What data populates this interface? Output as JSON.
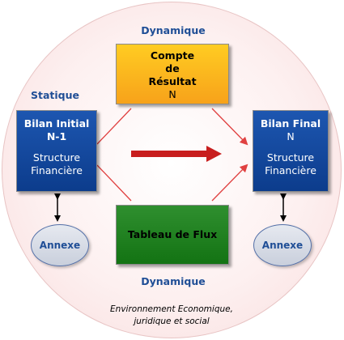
{
  "labels": {
    "top_dynamique": "Dynamique",
    "statique": "Statique",
    "bottom_dynamique": "Dynamique"
  },
  "boxes": {
    "compte_de_resultat": {
      "line1": "Compte",
      "line2": "de",
      "line3": "Résultat",
      "line4": "N"
    },
    "bilan_initial": {
      "title1": "Bilan Initial",
      "title2": "N-1",
      "sub1": "Structure",
      "sub2": "Financière"
    },
    "bilan_final": {
      "title1": "Bilan Final",
      "title2": "N",
      "sub1": "Structure",
      "sub2": "Financière"
    },
    "tableau_de_flux": {
      "label": "Tableau de Flux"
    }
  },
  "ellipses": {
    "left": "Annexe",
    "right": "Annexe"
  },
  "footer": {
    "line1": "Environnement Economique,",
    "line2": "juridique et social"
  },
  "colors": {
    "blue_box": "#0c3c8c",
    "orange_box": "#f7a21a",
    "green_box": "#137313",
    "connector_red": "#e04040",
    "main_arrow_red": "#c81e1e",
    "label_blue": "#1f4e96"
  }
}
